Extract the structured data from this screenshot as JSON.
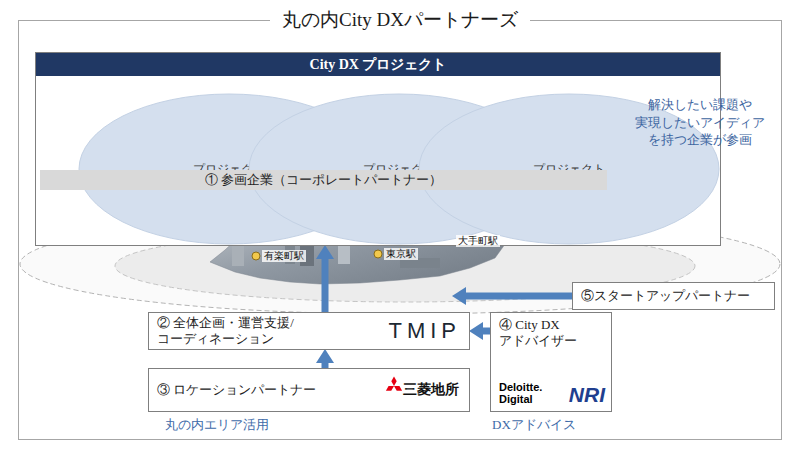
{
  "diagram": {
    "nodes": [
      {
        "text": [
          "丸の内City DXパートナーズ"
        ]
      },
      {
        "text": [
          "City DX プロジェクト"
        ],
        "in": 0
      },
      {
        "text": [
          "プロジェクト"
        ],
        "in": 1
      },
      {
        "text": [
          "プロジェクト"
        ],
        "in": 1
      },
      {
        "text": [
          "プロジェクト"
        ],
        "in": 1
      },
      {
        "text": [
          "① 参画企業（コーポレートパートナー）"
        ],
        "in": 1
      },
      {
        "text": [
          "⑤スタートアップパートナー"
        ],
        "in": 0
      },
      {
        "text": [
          "② 全体企画・運営支援/ コーディネーション",
          "TMIP"
        ],
        "in": 0
      },
      {
        "text": [
          "④ City DX アドバイザー",
          "Deloitte. Digital",
          "NRI"
        ],
        "in": 0
      },
      {
        "text": [
          "③ ロケーションパートナー",
          "三菱地所"
        ],
        "in": 0
      }
    ],
    "edges": [
      {
        "from": 7,
        "to": 1,
        "arrow": "to"
      },
      {
        "from": 9,
        "to": 7,
        "arrow": "to"
      },
      {
        "from": 8,
        "to": 7,
        "arrow": "to"
      }
    ],
    "labels": [
      "解決したい課題や 実現したいアイディア を持つ企業が参画",
      "有楽町駅",
      "東京駅",
      "大手町駅",
      "丸の内エリア活用",
      "DXアドバイス"
    ]
  }
}
